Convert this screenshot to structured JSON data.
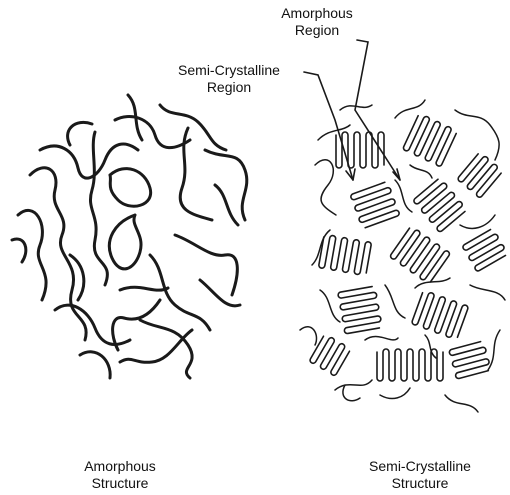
{
  "labels": {
    "amorphous_region": [
      "Amorphous",
      "Region"
    ],
    "semi_crystalline_region": [
      "Semi-Crystalline",
      "Region"
    ]
  },
  "captions": {
    "amorphous_structure": [
      "Amorphous",
      "Structure"
    ],
    "semi_crystalline_structure": [
      "Semi-Crystalline",
      "Structure"
    ]
  },
  "colors": {
    "ink": "#1a1a1a",
    "background": "#ffffff"
  }
}
